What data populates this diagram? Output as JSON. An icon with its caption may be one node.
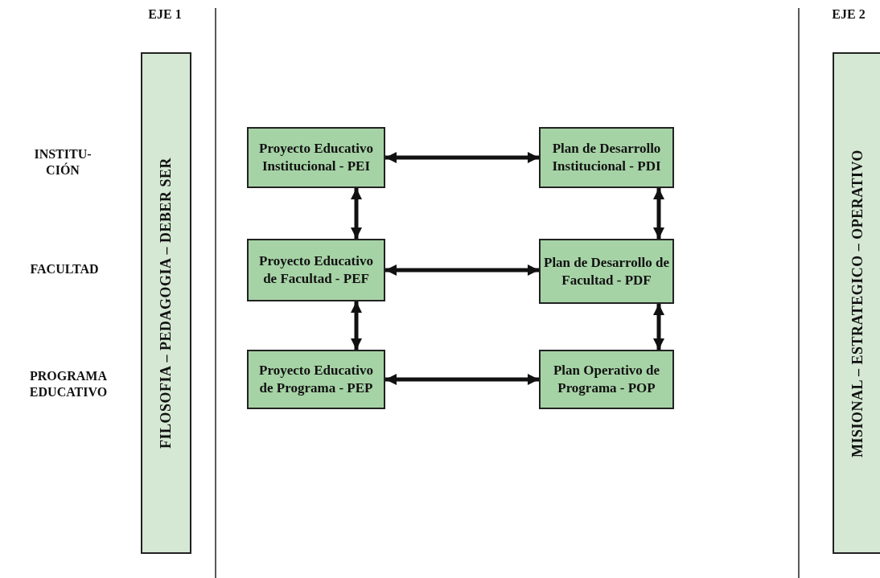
{
  "diagram": {
    "nodes": [
      {
        "text": [
          "FILOSOFIA – PEDAGOGIA – DEBER SER"
        ]
      },
      {
        "text": [
          "Proyecto Educativo Institucional - PEI"
        ]
      },
      {
        "text": [
          "Plan de Desarrollo Institucional - PDI"
        ]
      },
      {
        "text": [
          "Proyecto Educativo de Facultad - PEF"
        ]
      },
      {
        "text": [
          "Plan de Desarrollo de Facultad - PDF"
        ]
      },
      {
        "text": [
          "Proyecto Educativo de Programa - PEP"
        ]
      },
      {
        "text": [
          "Plan Operativo de Programa - POP"
        ]
      },
      {
        "text": [
          "MISIONAL – ESTRATEGICO – OPERATIVO"
        ]
      }
    ],
    "edges": [
      {
        "from": 1,
        "to": 2,
        "arrow": "both"
      },
      {
        "from": 1,
        "to": 3,
        "arrow": "both"
      },
      {
        "from": 2,
        "to": 4,
        "arrow": "both"
      },
      {
        "from": 3,
        "to": 4,
        "arrow": "both"
      },
      {
        "from": 3,
        "to": 5,
        "arrow": "both"
      },
      {
        "from": 4,
        "to": 6,
        "arrow": "both"
      },
      {
        "from": 5,
        "to": 6,
        "arrow": "both"
      }
    ],
    "labels": [
      "EJE 1",
      "EJE 2",
      "INSTITU-CIÓN",
      "FACULTAD",
      "PROGRAMA EDUCATIVO"
    ]
  }
}
